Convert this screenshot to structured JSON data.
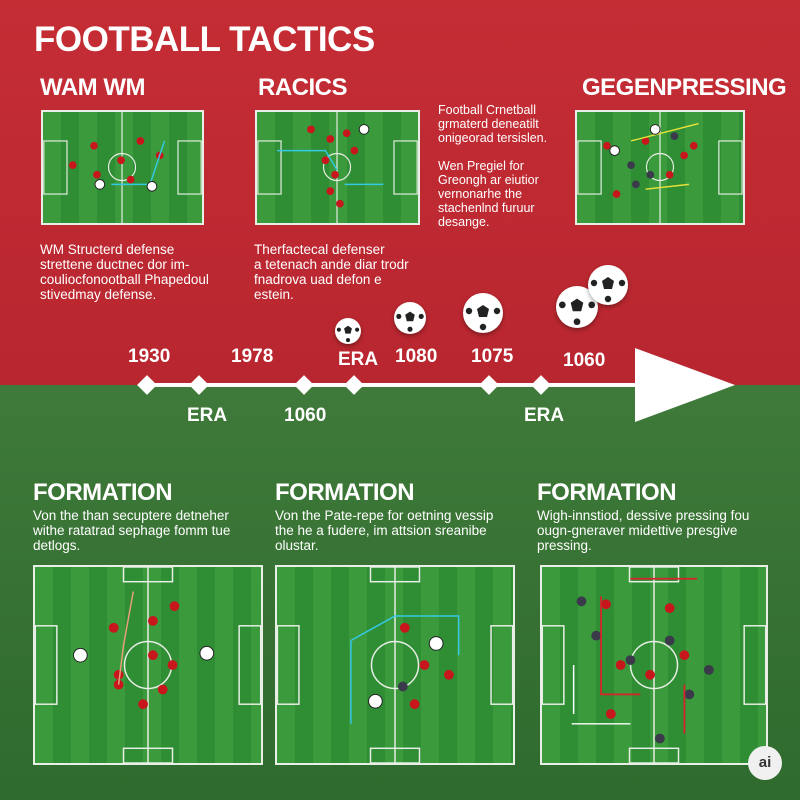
{
  "title": "FOOTBALL TACTICS",
  "top_sections": [
    {
      "heading": "WAM WM",
      "text": "WM Structerd defense\nstrettene ductnec dor im-\ncouliocfonootball Phapedoul\nstivedmay defense."
    },
    {
      "heading": "RACICS",
      "text": "Therfactecal defenser\na tetenach ande diar trodr\nfnadrova uad defon e\nestein."
    },
    {
      "heading": "GEGENPRESSING",
      "text": "Football Crnetball\ngrmaterd deneatilt\nonigeorad tersislen.\n\nWen Pregiel for\nGreongh ar eiutior\nvernonarhe the\nstachenlnd furuur\ndesange."
    }
  ],
  "timeline": {
    "top_labels": [
      "1930",
      "1978",
      "ERA",
      "1080",
      "1075",
      "1060"
    ],
    "bottom_labels": [
      "ERA",
      "1060",
      "ERA"
    ]
  },
  "bottom_sections": [
    {
      "heading": "FORMATION",
      "text": "Von the than secuptere detneher\nwithe ratatrad sephage fomm tue\ndetlogs."
    },
    {
      "heading": "FORMATION",
      "text": "Von the Pate-repe for oetning vessip\nthe he a fudere, im attsion sreanibe\nolustar."
    },
    {
      "heading": "FORMATION",
      "text": "Wigh-innstiod, dessive pressing fou\nougn-gneraver midettive presgive\npressing."
    }
  ],
  "badge": "ai",
  "colors": {
    "red": "#c52d35",
    "green": "#3f7a3a",
    "pitch": "#34943a",
    "player_red": "#c8161d",
    "player_dark": "#3a3a4a",
    "cyan": "#35c9e6",
    "yellow": "#e8e23a"
  }
}
